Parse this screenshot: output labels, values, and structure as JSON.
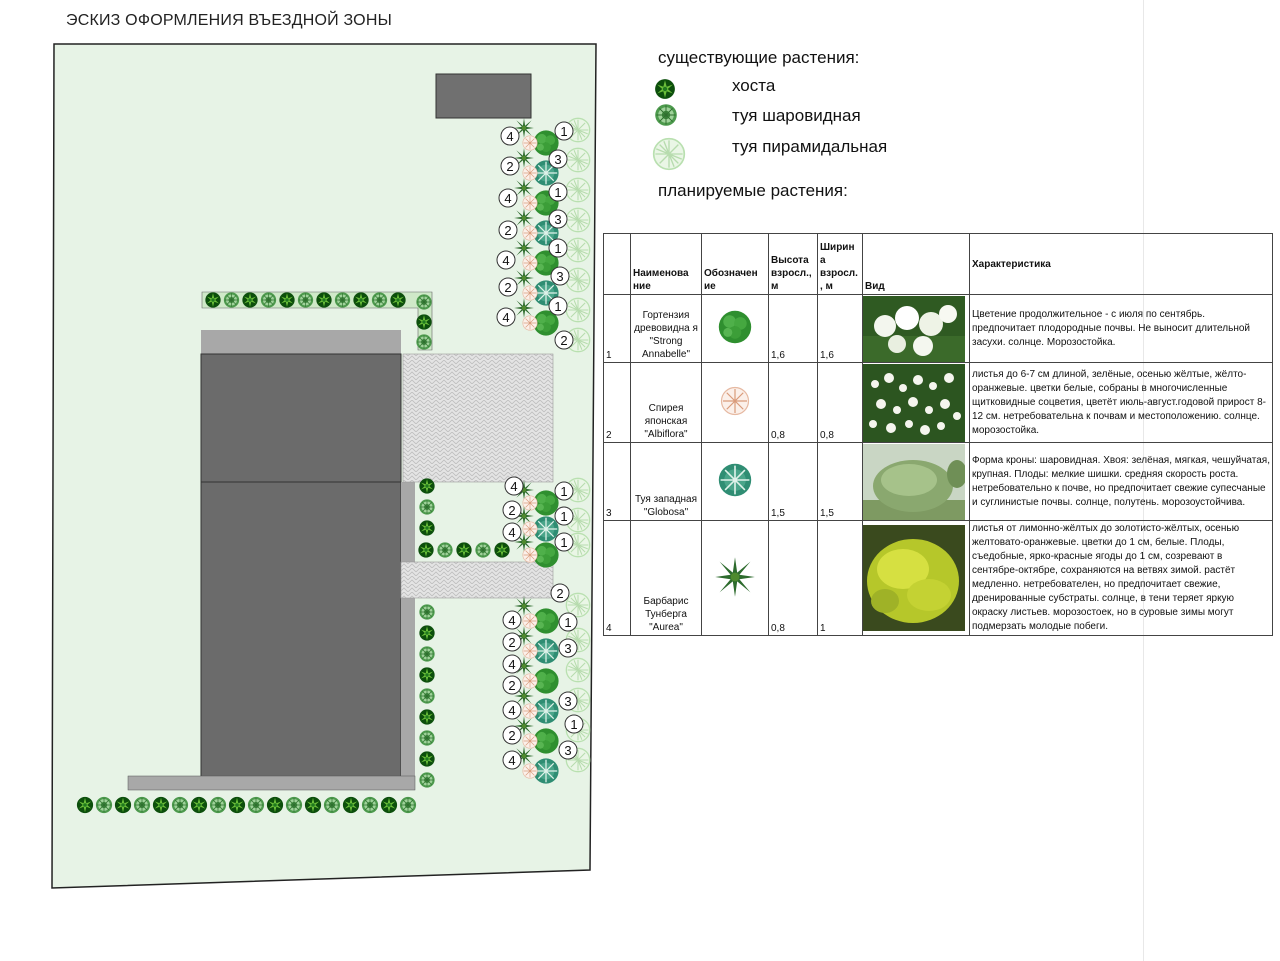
{
  "title": "ЭСКИЗ ОФОРМЛЕНИЯ ВЪЕЗДНОЙ ЗОНЫ",
  "legend": {
    "existing_heading": "существующие растения:",
    "existing": [
      {
        "label": "хоста",
        "icon": "hosta-icon"
      },
      {
        "label": "туя шаровидная",
        "icon": "thuja-globe-icon"
      },
      {
        "label": "туя пирамидальная",
        "icon": "thuja-pyramid-icon"
      }
    ],
    "planned_heading": "планируемые растения:"
  },
  "plan": {
    "number_labels": [
      "1",
      "2",
      "3",
      "4"
    ],
    "colors": {
      "lawn": "#e7f3e6",
      "building": "#6d6d6d",
      "paving": "#e2e2e2",
      "hosta": "#0f5a0f",
      "globe": "#5fa85f",
      "pyramid": "#cfe9c8"
    }
  },
  "table": {
    "headers": [
      "",
      "Наименова ние",
      "Обозначен ие",
      "Высота взросл., м",
      "Ширин а взросл. , м",
      "Вид",
      "Характеристика"
    ],
    "rows": [
      {
        "num": "1",
        "name": "Гортензия древовидна я \"Strong Annabelle\"",
        "symbol": "hydrangea-icon",
        "height": "1,6",
        "width": "1,6",
        "photo": "hydrangea-photo",
        "desc": "Цветение продолжительное - с июля по сентябрь. предпочитает плодородные почвы. Не выносит длительной засухи. солнце. Морозостойка."
      },
      {
        "num": "2",
        "name": "Спирея японская \"Albiflora\"",
        "symbol": "spirea-icon",
        "height": "0,8",
        "width": "0,8",
        "photo": "spirea-photo",
        "desc": "листья до 6-7 см длиной, зелёные, осенью жёлтые, жёлто-оранжевые. цветки белые, собраны в многочисленные щитковидные соцветия, цветёт июль-август.годовой прирост 8-12 см. нетребовательна к почвам и местоположению. солнце. морозостойка."
      },
      {
        "num": "3",
        "name": "Туя западная \"Globosa\"",
        "symbol": "thuja-globosa-icon",
        "height": "1,5",
        "width": "1,5",
        "photo": "thuja-photo",
        "desc": "Форма кроны: шаровидная. Хвоя: зелёная, мягкая, чешуйчатая, крупная. Плоды: мелкие шишки. средняя скорость роста. нетребовательно к почве, но предпочитает свежие супесчаные и суглинистые почвы. солнце, полутень. морозоустойчива."
      },
      {
        "num": "4",
        "name": "Барбарис Тунберга \"Aurea\"",
        "symbol": "barberry-icon",
        "height": "0,8",
        "width": "1",
        "photo": "barberry-photo",
        "desc": "листья от лимонно-жёлтых до золотисто-жёлтых, осенью желтовато-оранжевые. цветки до 1 см, белые. Плоды, съедобные, ярко-красные ягоды до 1 см, созревают в сентябре-октябре, сохраняются на ветвях зимой. растёт медленно. нетребователен, но предпочитает свежие, дренированные субстраты. солнце, в тени теряет яркую окраску листьев. морозостоек, но в суровые зимы могут подмерзать молодые побеги."
      }
    ]
  }
}
